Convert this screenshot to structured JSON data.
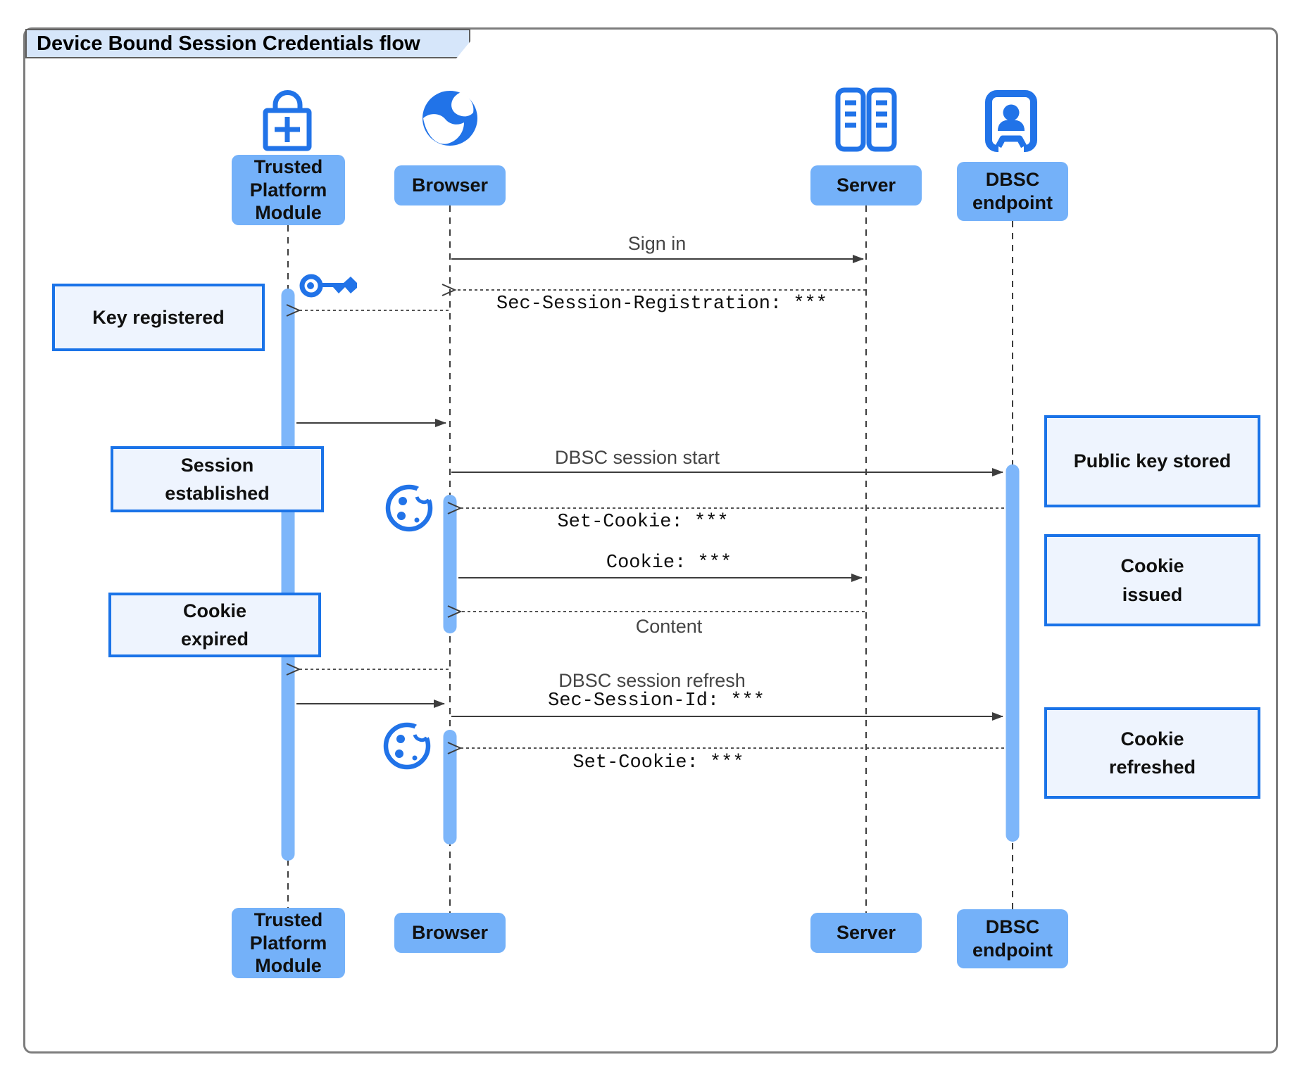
{
  "title": "Device Bound Session Credentials flow",
  "actors": [
    {
      "id": "tpm",
      "label": "Trusted Platform Module",
      "icon": "lock-plus-icon"
    },
    {
      "id": "browser",
      "label": "Browser",
      "icon": "globe-icon"
    },
    {
      "id": "server",
      "label": "Server",
      "icon": "server-rack-icon"
    },
    {
      "id": "dbsc",
      "label": "DBSC endpoint",
      "icon": "person-badge-icon"
    }
  ],
  "messages": {
    "sign_in": "Sign in",
    "sec_session_registration": "Sec-Session-Registration: ***",
    "dbsc_session_start": "DBSC session start",
    "set_cookie_1": "Set-Cookie: ***",
    "cookie": "Cookie: ***",
    "content": "Content",
    "dbsc_session_refresh": "DBSC session refresh",
    "sec_session_id": "Sec-Session-Id: ***",
    "set_cookie_2": "Set-Cookie: ***"
  },
  "notes": {
    "key_registered": "Key registered",
    "session_established": "Session\nestablished",
    "cookie_expired": "Cookie\nexpired",
    "public_key_stored": "Public key stored",
    "cookie_issued": "Cookie\nissued",
    "cookie_refreshed": "Cookie\nrefreshed"
  },
  "decorative_icons": [
    "key-icon",
    "cookie-icon",
    "cookie-icon"
  ],
  "colors": {
    "icon_blue": "#2173e8",
    "actor_fill": "#74b1f9",
    "activation_fill": "#7db6fa",
    "note_fill": "#eef4fe",
    "note_border": "#1a73e8",
    "title_fill": "#d6e6fa",
    "line_color": "#3d3d3d"
  }
}
